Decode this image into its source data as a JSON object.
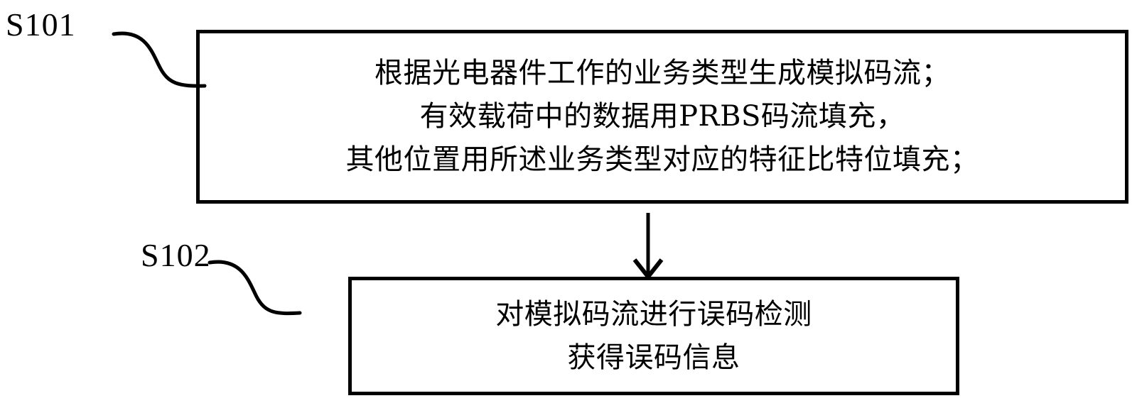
{
  "diagram": {
    "type": "patent-flowchart",
    "orientation": "vertical",
    "background_color": "#ffffff",
    "line_color": "#000000",
    "steps": [
      {
        "id": "S101",
        "label": "S101",
        "lines": [
          "根据光电器件工作的业务类型生成模拟码流；",
          "有效载荷中的数据用PRBS码流填充，",
          "其他位置用所述业务类型对应的特征比特位填充；"
        ]
      },
      {
        "id": "S102",
        "label": "S102",
        "lines": [
          "对模拟码流进行误码检测",
          "获得误码信息"
        ]
      }
    ],
    "connectors": [
      {
        "name": "arrow-s101-to-s102",
        "from": "S101",
        "to": "S102",
        "style": "straight-down-arrow"
      },
      {
        "name": "leader-s101",
        "from": "S101",
        "to": "box-s101",
        "style": "s-curve"
      },
      {
        "name": "leader-s102",
        "from": "S102",
        "to": "box-s102",
        "style": "s-curve"
      }
    ]
  }
}
